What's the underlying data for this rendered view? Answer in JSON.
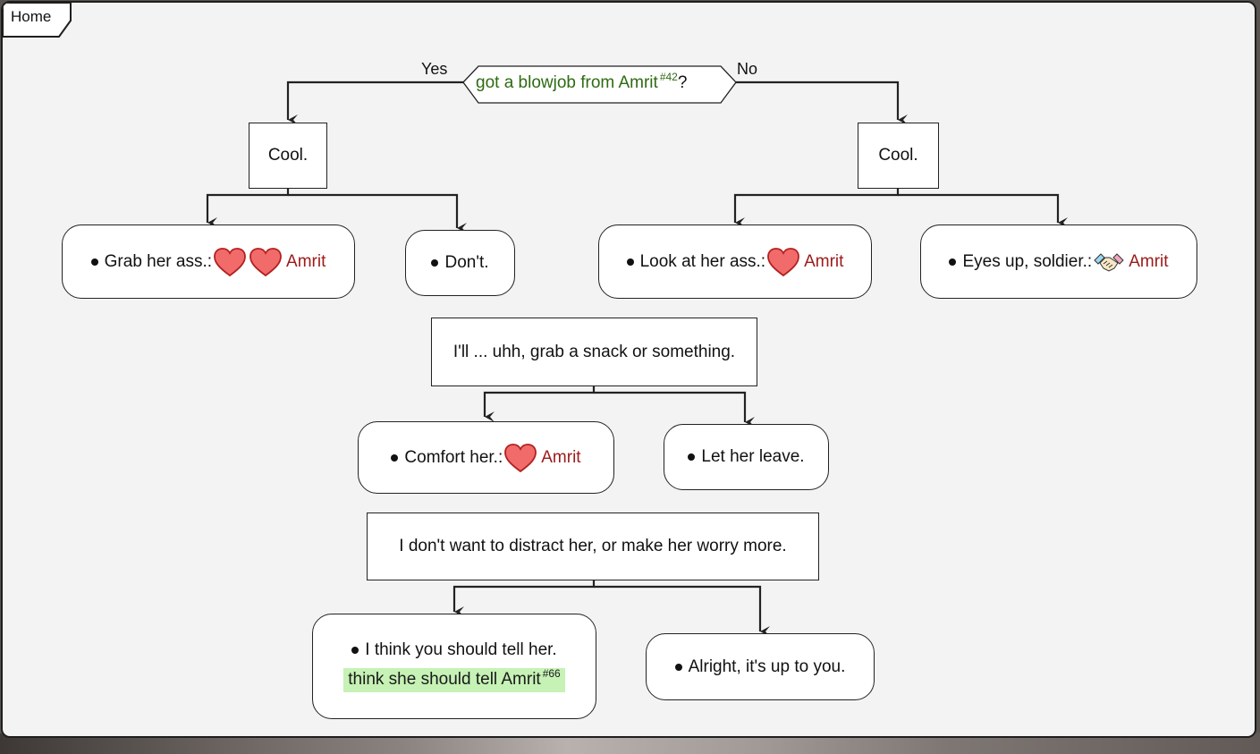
{
  "tab": {
    "label": "Home"
  },
  "decision": {
    "condition": "got a blowjob from Amrit",
    "ref": "#42",
    "suffix": "?",
    "yes_label": "Yes",
    "no_label": "No"
  },
  "nodes": {
    "cool_left": "Cool.",
    "cool_right": "Cool.",
    "snack": "I'll ... uhh, grab a snack or something.",
    "distract": "I don't want to distract her, or make her worry more."
  },
  "choices": {
    "grab_ass": {
      "text": "Grab her ass.:",
      "character": "Amrit",
      "icons": [
        "heart-icon",
        "heart-icon"
      ]
    },
    "dont": {
      "text": "Don't."
    },
    "look_ass": {
      "text": "Look at her ass.:",
      "character": "Amrit",
      "icons": [
        "heart-icon"
      ]
    },
    "eyes_up": {
      "text": "Eyes up, soldier.:",
      "character": "Amrit",
      "icons": [
        "handshake-icon"
      ]
    },
    "comfort": {
      "text": "Comfort her.:",
      "character": "Amrit",
      "icons": [
        "heart-icon"
      ]
    },
    "let_leave": {
      "text": "Let her leave."
    },
    "tell_her": {
      "text": "I think you should tell her.",
      "flag": "think she should tell Amrit",
      "flag_ref": "#66"
    },
    "up_to_you": {
      "text": "Alright, it's up to you."
    }
  },
  "colors": {
    "condition_text": "#2e6b12",
    "character_text": "#9c1a1a",
    "flag_background": "#c6f2b6",
    "heart_fill": "#f26b6b"
  }
}
